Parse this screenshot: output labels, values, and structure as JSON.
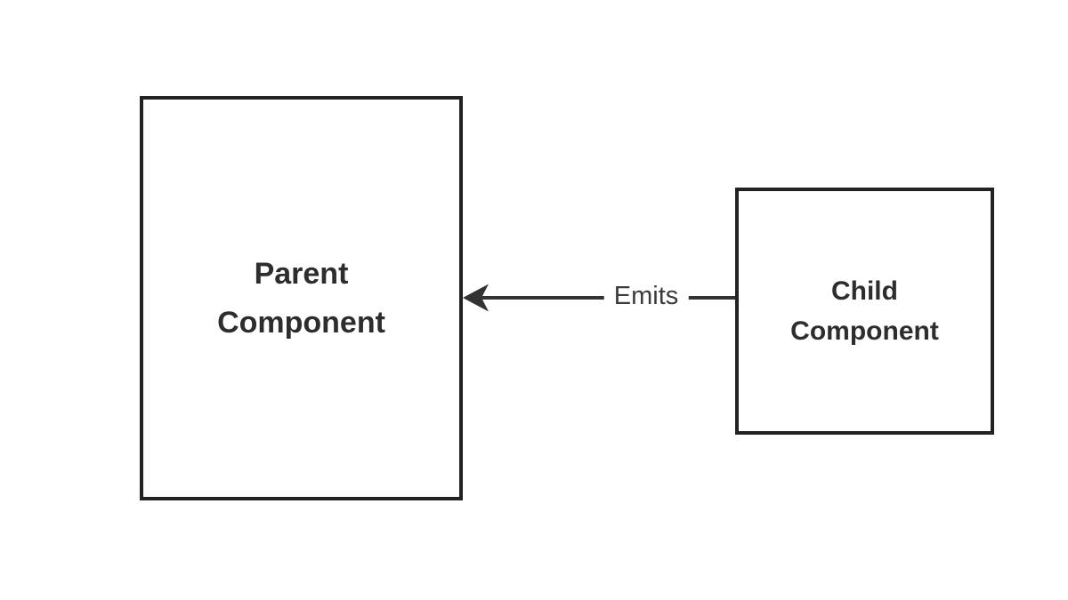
{
  "diagram": {
    "colors": {
      "background": "#ffffff",
      "node_border": "#222222",
      "node_text": "#2d2d2d",
      "arrow": "#333333",
      "edge_label_text": "#3b3b3b"
    },
    "nodes": [
      {
        "id": "parent-component",
        "label": "Parent Component",
        "lines": [
          "Parent",
          "Component"
        ]
      },
      {
        "id": "child-component",
        "label": "Child Component",
        "lines": [
          "Child",
          "Component"
        ]
      }
    ],
    "edge": {
      "label": "Emits",
      "from": "child-component",
      "to": "parent-component",
      "direction": "right-to-left"
    }
  }
}
